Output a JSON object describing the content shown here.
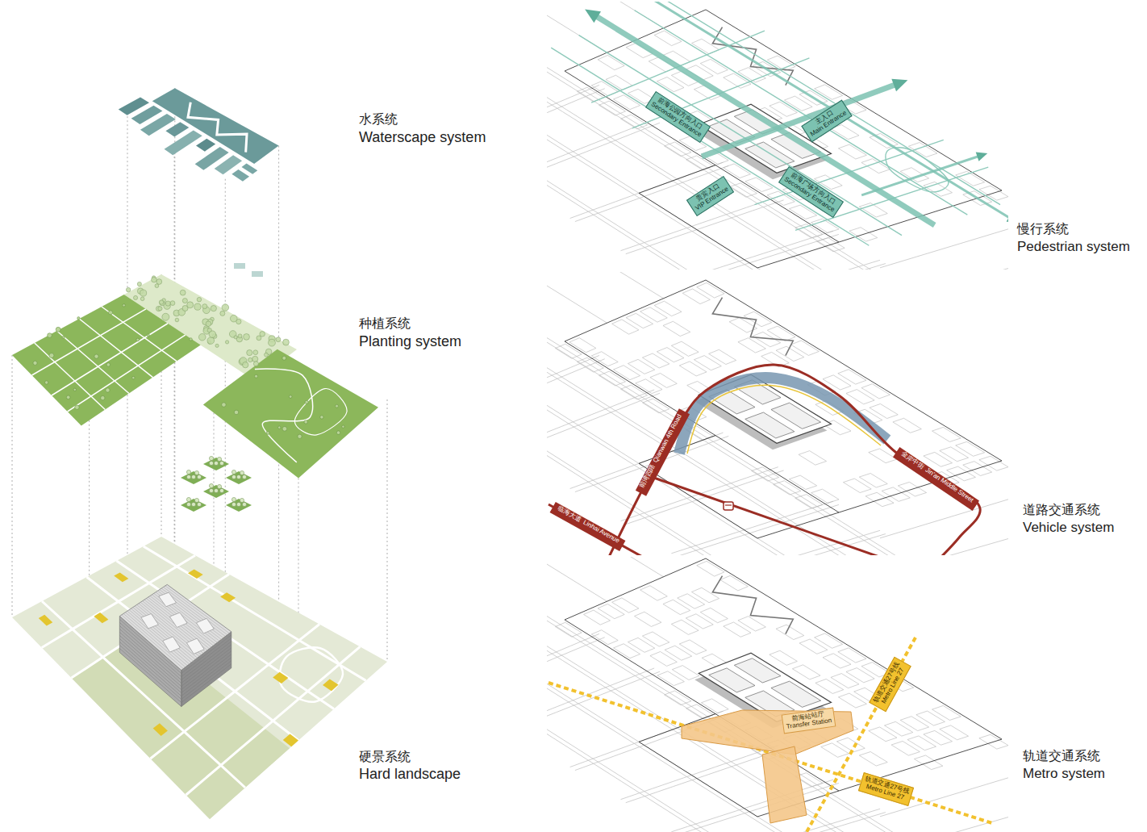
{
  "diagram": {
    "nodes": [
      {
        "text": [
          "前海公园方向入口",
          "Secondary Entrance"
        ]
      },
      {
        "text": [
          "主入口",
          "Main Entrance"
        ]
      },
      {
        "text": [
          "贵宾入口",
          "VIP Entrance"
        ]
      },
      {
        "text": [
          "前海广场方向入口",
          "Secondary Entrance"
        ]
      },
      {
        "text": [
          "前湾四路",
          "Qianwan 4th Road"
        ]
      },
      {
        "text": [
          "临海大道",
          "Linhai Avenue"
        ]
      },
      {
        "text": [
          "金岸中街",
          "Jin'an Middle Street"
        ]
      },
      {
        "text": [
          "轨道交通27号线",
          "Metro Line 27"
        ]
      },
      {
        "text": [
          "前海站站厅",
          "Transfer Station"
        ]
      },
      {
        "text": [
          "轨道交通27号线",
          "Metro Line 27"
        ]
      }
    ],
    "labels": [
      "水系统",
      "Waterscape system",
      "种植系统",
      "Planting system",
      "硬景系统",
      "Hard landscape",
      "慢行系统",
      "Pedestrian system",
      "道路交通系统",
      "Vehicle system",
      "轨道交通系统",
      "Metro system"
    ]
  }
}
